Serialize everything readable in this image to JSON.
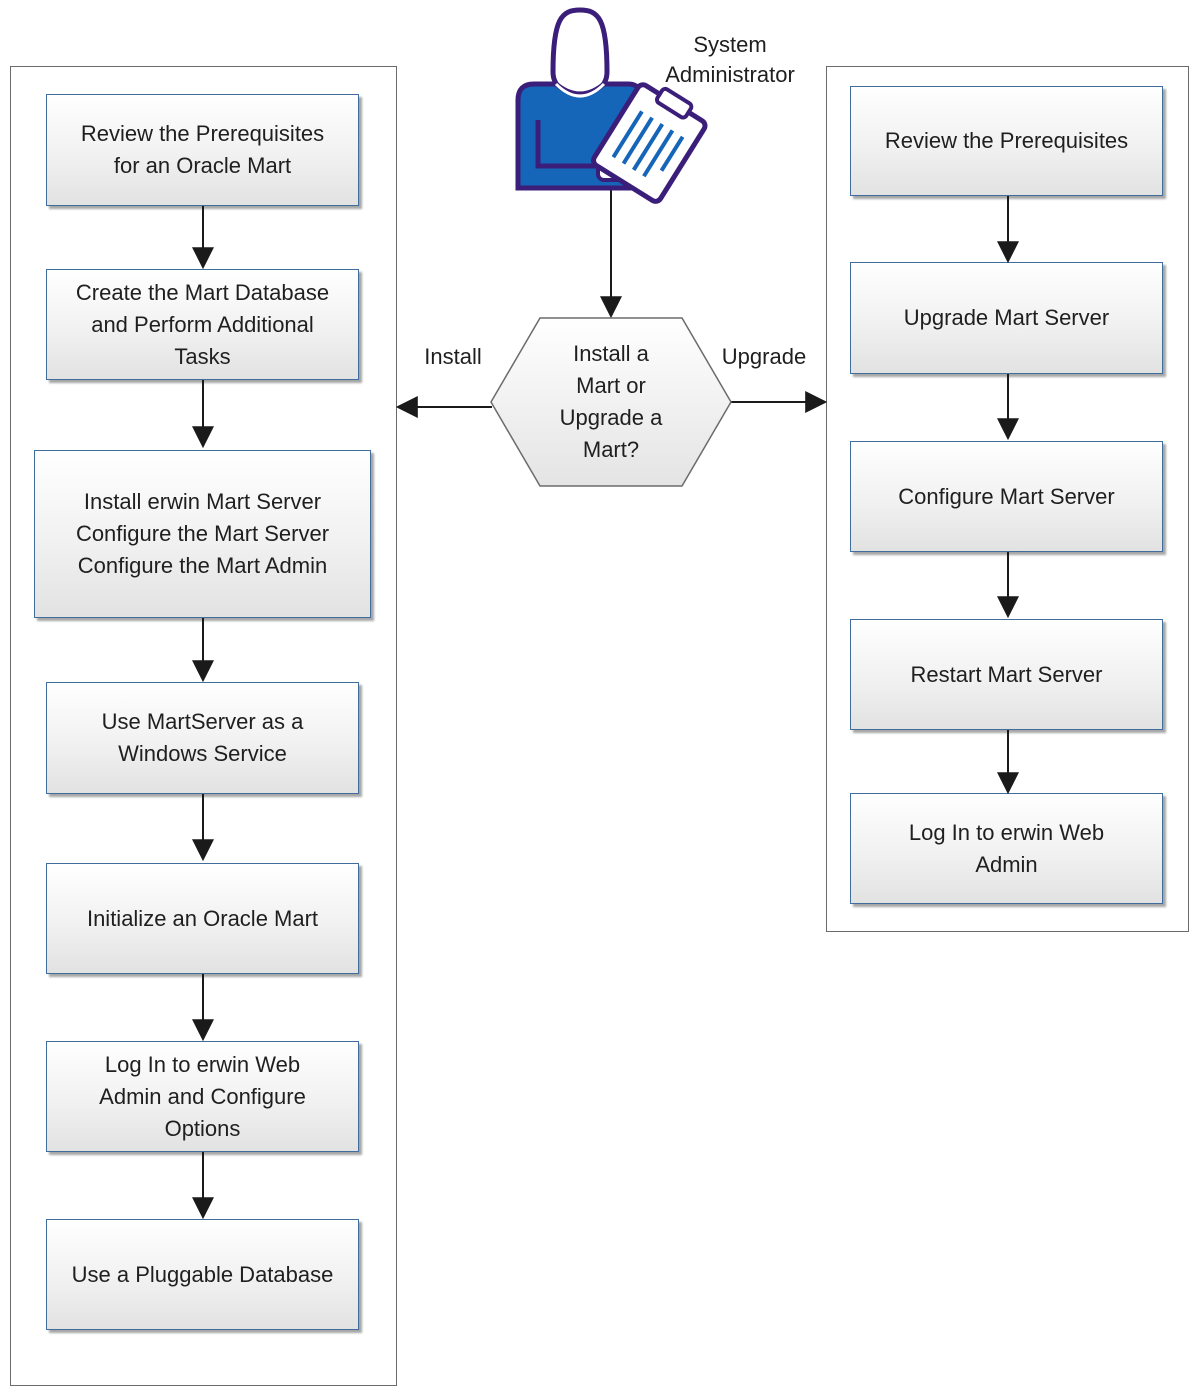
{
  "actor": {
    "label": "System\nAdministrator",
    "icon": "system-administrator-icon"
  },
  "decision": {
    "text": "Install a\nMart or\nUpgrade a\nMart?"
  },
  "branches": {
    "install": "Install",
    "upgrade": "Upgrade"
  },
  "install_steps": [
    "Review the Prerequisites\nfor an Oracle Mart",
    "Create the Mart Database\nand Perform Additional\nTasks",
    "Install  erwin Mart Server\nConfigure the Mart Server\nConfigure the Mart Admin",
    "Use MartServer as a\nWindows Service",
    "Initialize an Oracle Mart",
    "Log In to erwin Web\nAdmin and Configure\nOptions",
    "Use a Pluggable Database"
  ],
  "upgrade_steps": [
    "Review the Prerequisites",
    "Upgrade Mart Server",
    "Configure Mart Server",
    "Restart Mart Server",
    "Log In to erwin Web\nAdmin"
  ],
  "colors": {
    "step_border": "#3f6e9e",
    "actor_blue": "#1565b8",
    "actor_outline": "#3a1e7a",
    "arrow": "#1a1a1a"
  }
}
